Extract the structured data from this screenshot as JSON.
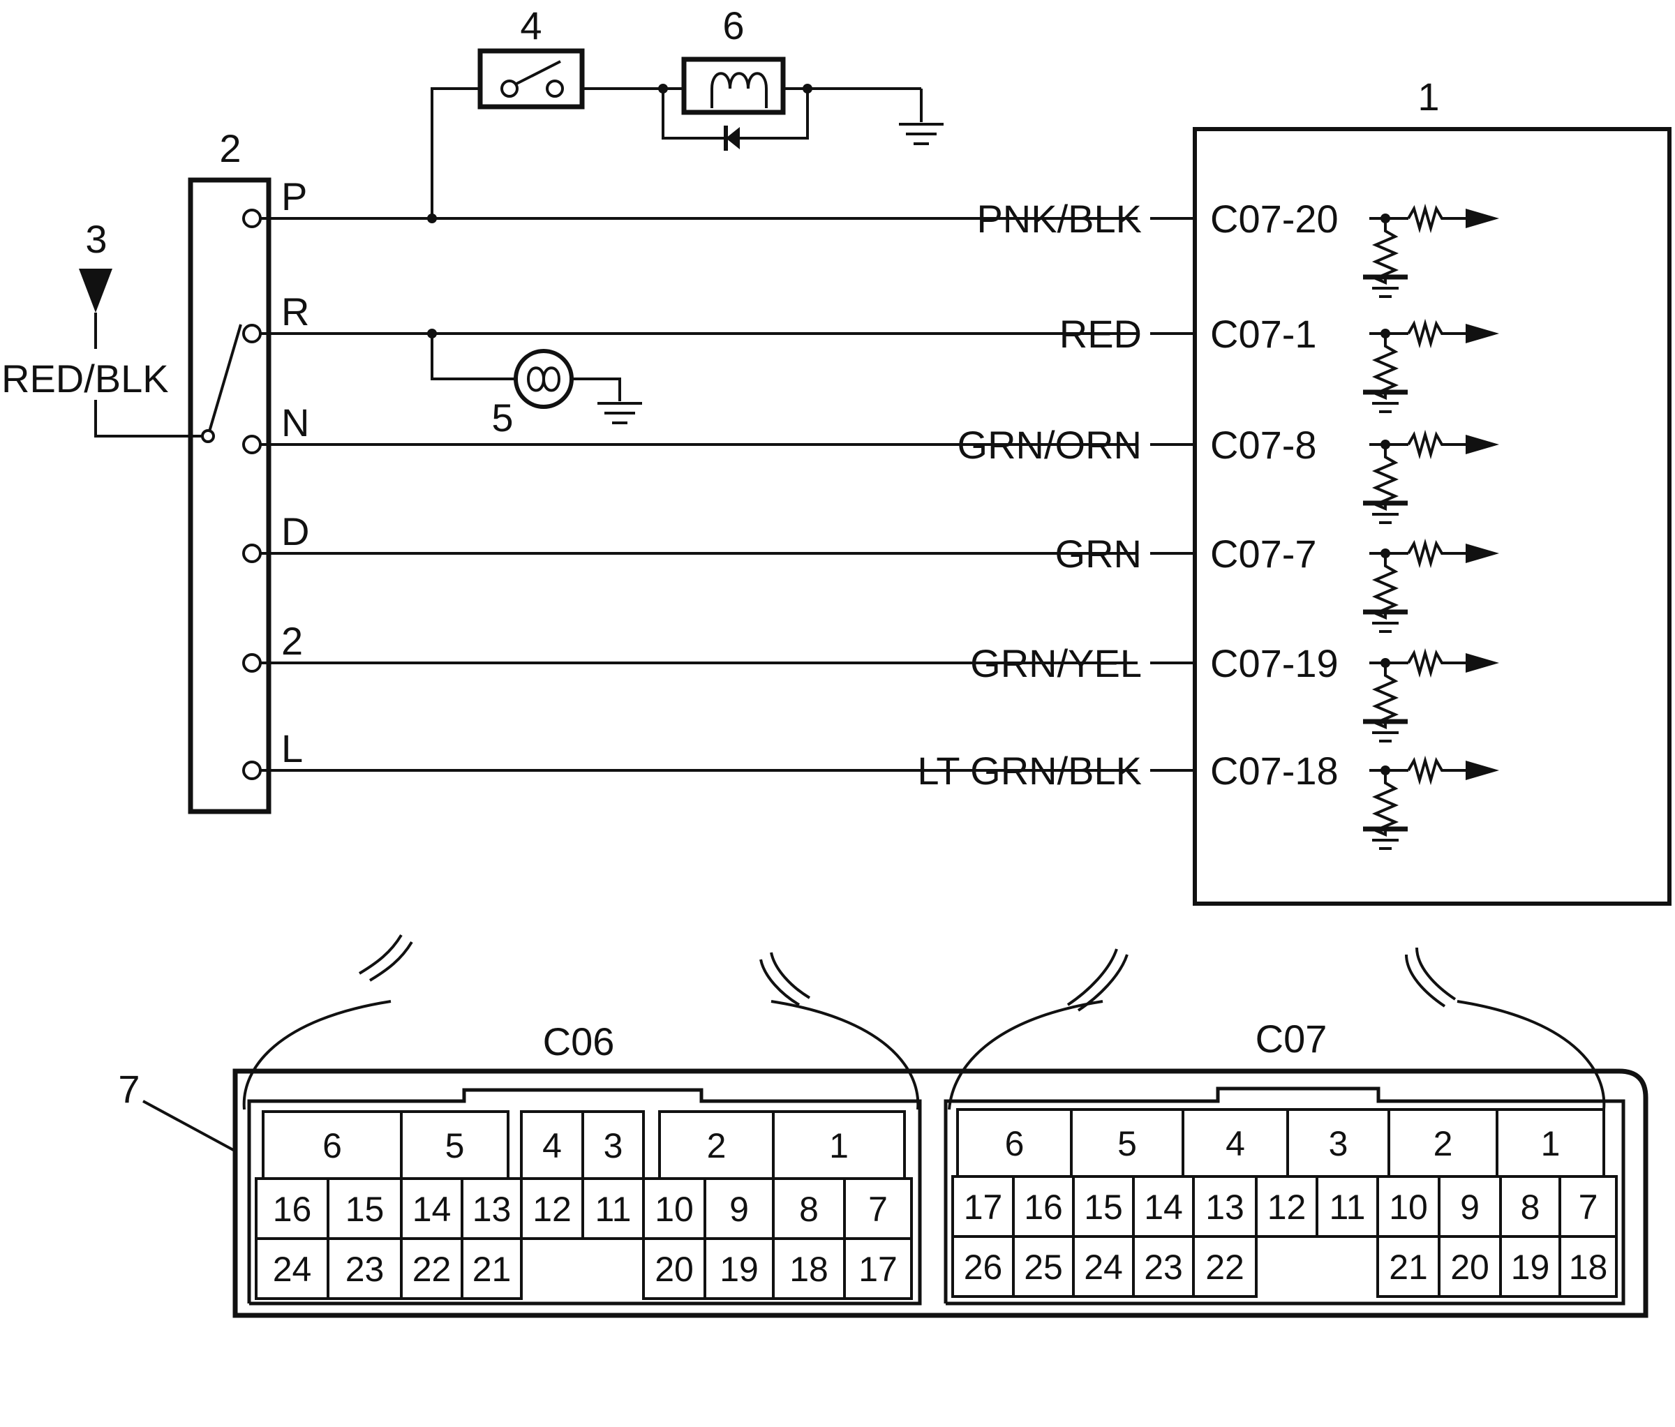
{
  "callouts": {
    "ecm": "1",
    "range_switch": "2",
    "power_supply": "3",
    "switch_4": "4",
    "lamp_5": "5",
    "relay_6": "6",
    "connector_block": "7"
  },
  "power_feed_label": "RED/BLK",
  "switch_positions": [
    "P",
    "R",
    "N",
    "D",
    "2",
    "L"
  ],
  "wires": [
    {
      "position": "P",
      "color": "PNK/BLK",
      "pin": "C07-20"
    },
    {
      "position": "R",
      "color": "RED",
      "pin": "C07-1"
    },
    {
      "position": "N",
      "color": "GRN/ORN",
      "pin": "C07-8"
    },
    {
      "position": "D",
      "color": "GRN",
      "pin": "C07-7"
    },
    {
      "position": "2",
      "color": "GRN/YEL",
      "pin": "C07-19"
    },
    {
      "position": "L",
      "color": "LT GRN/BLK",
      "pin": "C07-18"
    }
  ],
  "connectors": {
    "c06": {
      "name": "C06",
      "top_row": [
        "6",
        "5",
        "4",
        "3",
        "2",
        "1"
      ],
      "mid_row": [
        "16",
        "15",
        "14",
        "13",
        "12",
        "11",
        "10",
        "9",
        "8",
        "7"
      ],
      "bottom_row": [
        "24",
        "23",
        "22",
        "21",
        "20",
        "19",
        "18",
        "17"
      ]
    },
    "c07": {
      "name": "C07",
      "top_row": [
        "6",
        "5",
        "4",
        "3",
        "2",
        "1"
      ],
      "mid_row": [
        "17",
        "16",
        "15",
        "14",
        "13",
        "12",
        "11",
        "10",
        "9",
        "8",
        "7"
      ],
      "bottom_row": [
        "26",
        "25",
        "24",
        "23",
        "22",
        "21",
        "20",
        "19",
        "18"
      ]
    }
  }
}
